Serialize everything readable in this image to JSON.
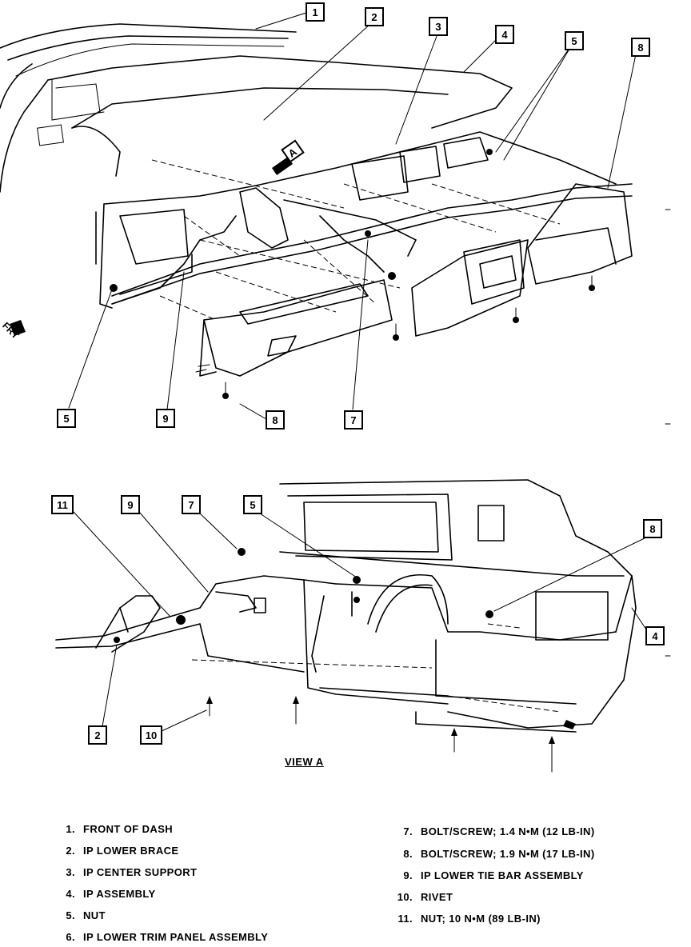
{
  "view_label": "VIEW A",
  "view_marker": "A",
  "front_marker": "FRT",
  "callouts_top": [
    "1",
    "2",
    "3",
    "4",
    "5",
    "8",
    "5",
    "9",
    "8",
    "7"
  ],
  "callouts_bottom": [
    "11",
    "9",
    "7",
    "5",
    "8",
    "4",
    "2",
    "10"
  ],
  "legend_left": [
    {
      "num": "1.",
      "text": "FRONT OF DASH"
    },
    {
      "num": "2.",
      "text": "IP LOWER BRACE"
    },
    {
      "num": "3.",
      "text": "IP CENTER SUPPORT"
    },
    {
      "num": "4.",
      "text": "IP ASSEMBLY"
    },
    {
      "num": "5.",
      "text": "NUT"
    },
    {
      "num": "6.",
      "text": "IP LOWER TRIM PANEL ASSEMBLY"
    }
  ],
  "legend_right": [
    {
      "num": "7.",
      "text": "BOLT/SCREW; 1.4 N•M (12 LB-IN)"
    },
    {
      "num": "8.",
      "text": "BOLT/SCREW; 1.9 N•M (17 LB-IN)"
    },
    {
      "num": "9.",
      "text": "IP LOWER TIE BAR ASSEMBLY"
    },
    {
      "num": "10.",
      "text": "RIVET"
    },
    {
      "num": "11.",
      "text": "NUT; 10 N•M (89 LB-IN)"
    }
  ]
}
